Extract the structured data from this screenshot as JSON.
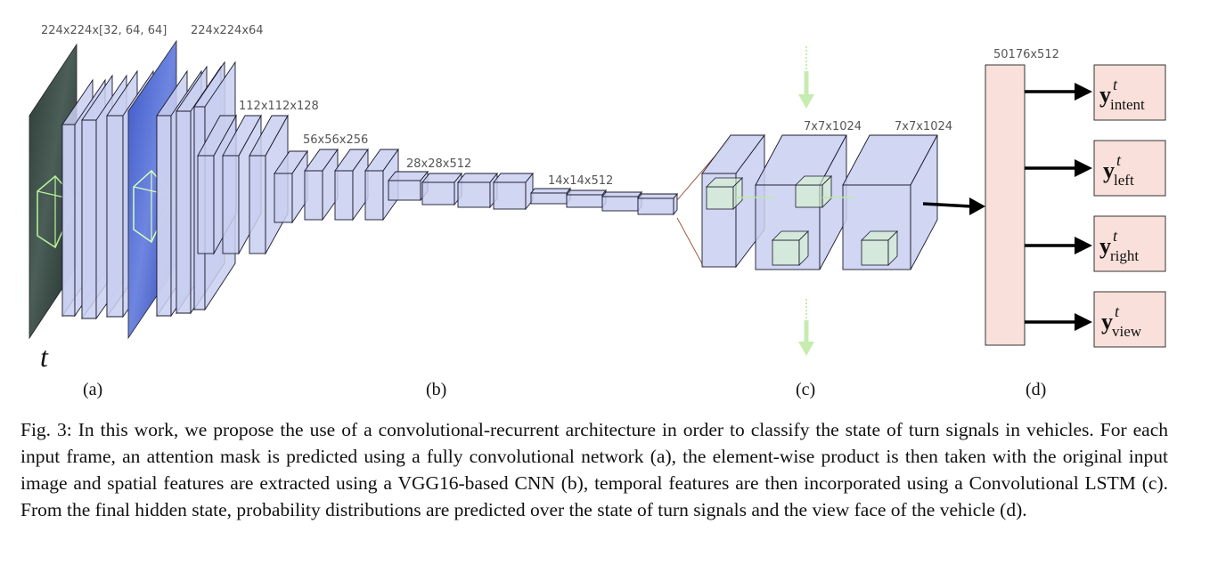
{
  "figure": {
    "dims": {
      "a1": "224x224x[32, 64, 64]",
      "a2": "224x224x64",
      "b1": "112x112x128",
      "b2": "56x56x256",
      "b3": "28x28x512",
      "b4": "14x14x512",
      "c1": "7x7x1024",
      "c2": "7x7x1024",
      "d": "50176x512"
    },
    "time_label": "t",
    "outputs": [
      {
        "base": "y",
        "sup": "t",
        "sub": "intent"
      },
      {
        "base": "y",
        "sup": "t",
        "sub": "left"
      },
      {
        "base": "y",
        "sup": "t",
        "sub": "right"
      },
      {
        "base": "y",
        "sup": "t",
        "sub": "view"
      }
    ],
    "sublabels": {
      "a": "(a)",
      "b": "(b)",
      "c": "(c)",
      "d": "(d)"
    },
    "colors": {
      "layer_fill": "#c9cff0",
      "layer_stroke": "#1a1a2e",
      "fc_fill": "#f9e0da",
      "arrow": "#000000",
      "recurrent_arrow": "#c6ecb0",
      "attention_box": "#c8f5b8"
    }
  },
  "caption": "Fig. 3: In this work, we propose the use of a convolutional-recurrent architecture in order to classify the state of turn signals in vehicles. For each input frame, an attention mask is predicted using a fully convolutional network (a), the element-wise product is then taken with the original input image and spatial features are extracted using a VGG16-based CNN (b), temporal features are then incorporated using a Convolutional LSTM (c). From the final hidden state, probability distributions are predicted over the state of turn signals and the view face of the vehicle (d)."
}
